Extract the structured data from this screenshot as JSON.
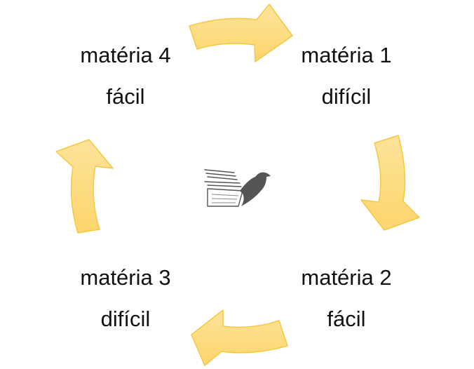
{
  "diagram": {
    "cycle": [
      {
        "subject": "matéria 1",
        "difficulty": "difícil"
      },
      {
        "subject": "matéria 2",
        "difficulty": "fácil"
      },
      {
        "subject": "matéria 3",
        "difficulty": "difícil"
      },
      {
        "subject": "matéria 4",
        "difficulty": "fácil"
      }
    ],
    "arrow_direction": "clockwise",
    "arrow_color": "#fdd56c",
    "arrow_stroke": "#f5c842",
    "center_icon": "book-bird-logo-icon",
    "logo_color": "#555555"
  }
}
